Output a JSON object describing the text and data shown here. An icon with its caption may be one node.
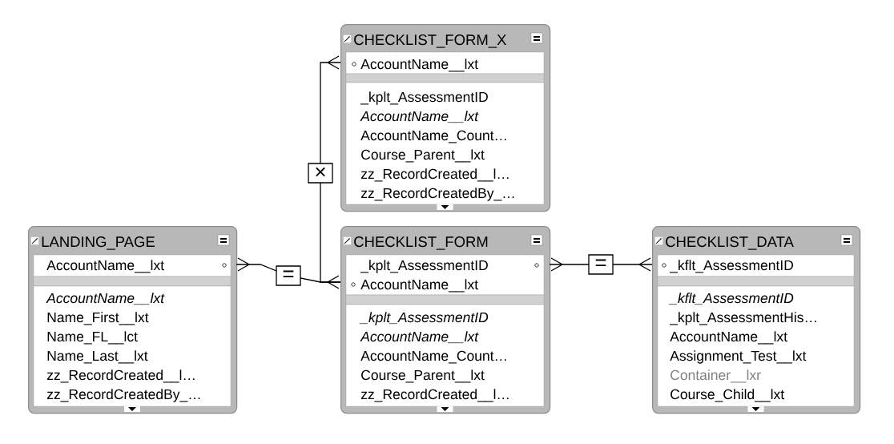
{
  "diagram": {
    "nodes": [
      {
        "text": [
          "LANDING_PAGE",
          "AccountName__lxt",
          "AccountName__lxt",
          "Name_First__lxt",
          "Name_FL__lct",
          "Name_Last__lxt",
          "zz_RecordCreated__l…",
          "zz_RecordCreatedBy_…"
        ]
      },
      {
        "text": [
          "CHECKLIST_FORM_X",
          "AccountName__lxt",
          "_kplt_AssessmentID",
          "AccountName__lxt",
          "AccountName_Count…",
          "Course_Parent__lxt",
          "zz_RecordCreated__l…",
          "zz_RecordCreatedBy_…"
        ]
      },
      {
        "text": [
          "CHECKLIST_FORM",
          "_kplt_AssessmentID",
          "AccountName__lxt",
          "_kplt_AssessmentID",
          "AccountName__lxt",
          "AccountName_Count…",
          "Course_Parent__lxt",
          "zz_RecordCreated__l…"
        ]
      },
      {
        "text": [
          "CHECKLIST_DATA",
          "_kflt_AssessmentID",
          "_kflt_AssessmentID",
          "_kplt_AssessmentHis…",
          "AccountName__lxt",
          "Assignment_Test__lxt",
          "Container__lxr",
          "Course_Child__lxt"
        ]
      }
    ],
    "edges": [
      {
        "from": 0,
        "to": 2,
        "arrow": "other",
        "label": "="
      },
      {
        "from": 2,
        "to": 1,
        "arrow": "other",
        "label": "×"
      },
      {
        "from": 2,
        "to": 3,
        "arrow": "other",
        "label": "="
      }
    ]
  }
}
